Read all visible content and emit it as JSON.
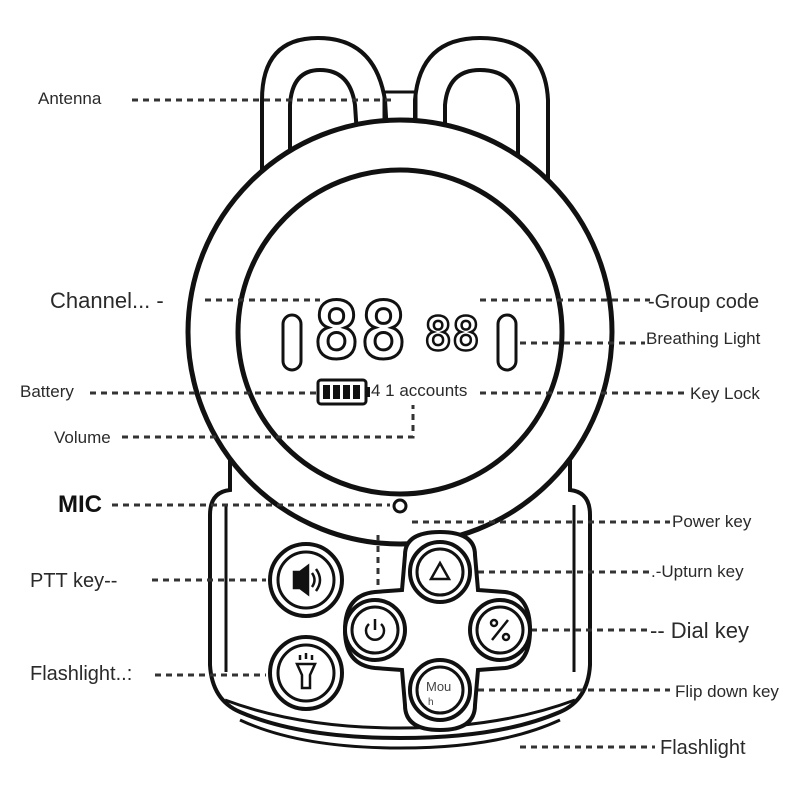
{
  "labels": {
    "antenna": "Antenna",
    "channel": "Channel... -",
    "group_code": "-Group code",
    "breathing_light": "Breathing Light",
    "battery": "Battery",
    "accounts": "4 1 accounts",
    "key_lock": "Key Lock",
    "volume": "Volume",
    "mic": "MIC",
    "power_key": "Power key",
    "ptt_key": "PTT key--",
    "upturn_key": ".-Upturn key",
    "dial_key": "-- Dial key",
    "flashlight_left": "Flashlight..:",
    "flip_down_key": "Flip down key",
    "flashlight_bottom": "Flashlight",
    "mount": "Mou",
    "mount_sub": "h"
  },
  "display": {
    "big_digits": "88",
    "small_digits": "88"
  },
  "icons": {
    "ptt": "ptt-speaker-icon",
    "flashlight": "flashlight-icon",
    "power": "power-icon",
    "up": "up-triangle-icon",
    "dial": "dial-percent-icon",
    "battery": "battery-icon"
  },
  "colors": {
    "outline": "#111111",
    "leader": "#333333",
    "background": "#ffffff"
  }
}
